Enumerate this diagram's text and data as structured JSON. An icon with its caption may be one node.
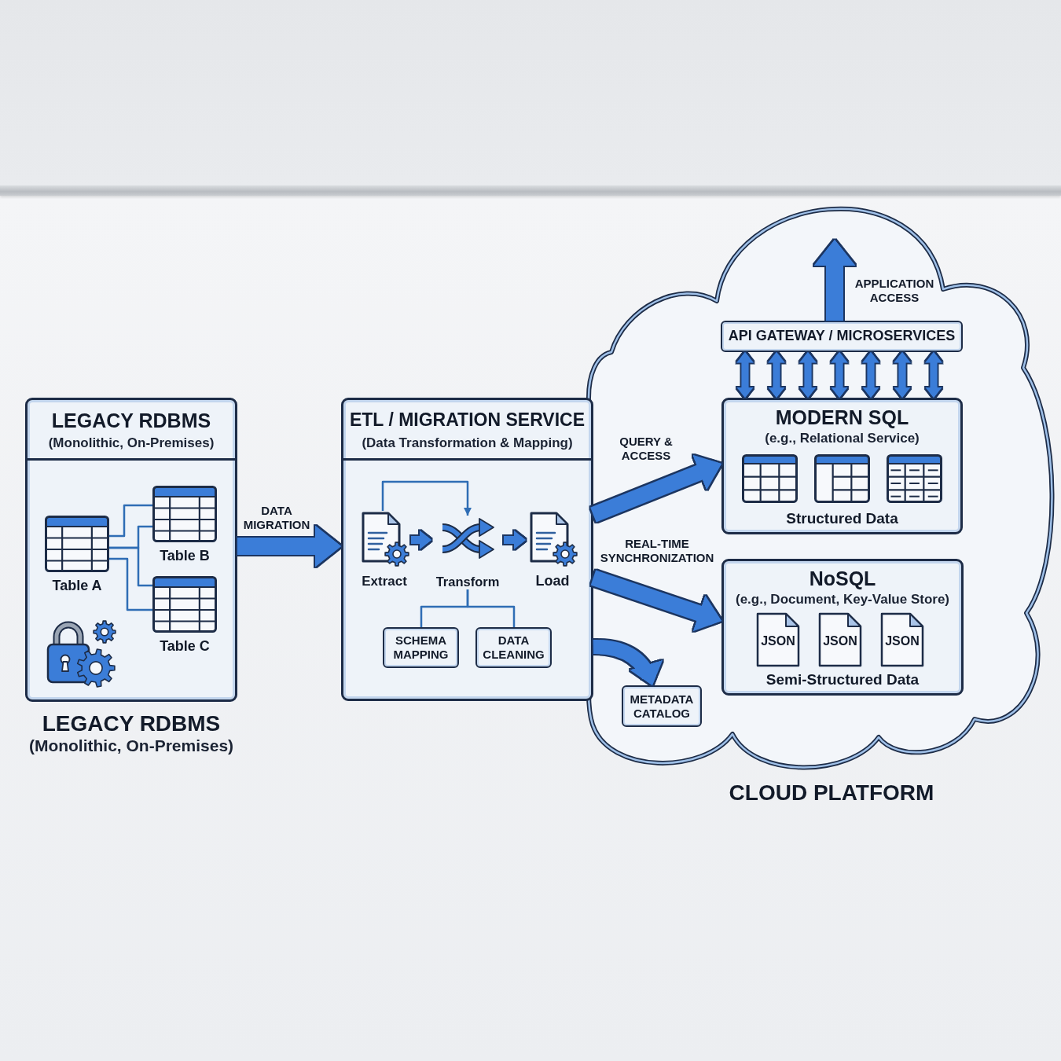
{
  "diagram": {
    "nodes": [
      {
        "text": [
          "LEGACY RDBMS",
          "(Monolithic, On-Premises)"
        ],
        "beside": [
          "LEGACY RDBMS",
          "(Monolithic, On-Premises)"
        ]
      },
      {
        "text": [
          "Table A"
        ],
        "in": 0
      },
      {
        "text": [
          "Table B"
        ],
        "in": 0
      },
      {
        "text": [
          "Table C"
        ],
        "in": 0
      },
      {
        "text": [
          "ETL / MIGRATION SERVICE",
          "(Data Transformation & Mapping)"
        ]
      },
      {
        "text": [
          "Extract"
        ],
        "in": 4
      },
      {
        "text": [
          "Transform"
        ],
        "in": 4
      },
      {
        "text": [
          "Load"
        ],
        "in": 4
      },
      {
        "text": [
          "SCHEMA MAPPING"
        ],
        "in": 4
      },
      {
        "text": [
          "DATA CLEANING"
        ],
        "in": 4
      },
      {
        "text": [
          "CLOUD PLATFORM"
        ]
      },
      {
        "text": [
          "API GATEWAY / MICROSERVICES"
        ],
        "in": 10
      },
      {
        "text": [
          "MODERN SQL",
          "(e.g., Relational Service)",
          "Structured Data"
        ],
        "in": 10
      },
      {
        "text": [
          "NoSQL",
          "(e.g., Document, Key-Value Store)",
          "Semi-Structured Data"
        ],
        "in": 10
      },
      {
        "text": [
          "JSON"
        ],
        "in": 13
      },
      {
        "text": [
          "JSON"
        ],
        "in": 13
      },
      {
        "text": [
          "JSON"
        ],
        "in": 13
      },
      {
        "text": [
          "METADATA CATALOG"
        ],
        "in": 10
      }
    ],
    "edges": [
      {
        "from": 1,
        "to": 2,
        "arrow": "none"
      },
      {
        "from": 1,
        "to": 2,
        "arrow": "none"
      },
      {
        "from": 1,
        "to": 3,
        "arrow": "none"
      },
      {
        "from": 1,
        "to": 3,
        "arrow": "none"
      },
      {
        "from": 0,
        "to": 4,
        "arrow": "to",
        "label": "DATA MIGRATION",
        "style": "thick"
      },
      {
        "from": 5,
        "to": 6,
        "arrow": "to"
      },
      {
        "from": 6,
        "to": 7,
        "arrow": "to"
      },
      {
        "from": 5,
        "to": 6,
        "arrow": "to"
      },
      {
        "from": 6,
        "to": 8,
        "arrow": "none"
      },
      {
        "from": 6,
        "to": 9,
        "arrow": "none"
      },
      {
        "from": 4,
        "to": 12,
        "arrow": "to",
        "label": "QUERY & ACCESS",
        "style": "thick"
      },
      {
        "from": 4,
        "to": 13,
        "arrow": "to",
        "label": "REAL-TIME SYNCHRONIZATION",
        "style": "thick"
      },
      {
        "from": 4,
        "to": 17,
        "arrow": "to",
        "style": "thick"
      },
      {
        "from": 11,
        "to": 12,
        "arrow": "both"
      },
      {
        "from": 11,
        "to": 12,
        "arrow": "both"
      },
      {
        "from": 11,
        "to": 12,
        "arrow": "both"
      },
      {
        "from": 11,
        "to": 12,
        "arrow": "both"
      },
      {
        "from": 11,
        "to": 12,
        "arrow": "both"
      },
      {
        "from": 11,
        "to": 12,
        "arrow": "both"
      },
      {
        "from": 11,
        "to": 12,
        "arrow": "both"
      },
      {
        "from": 11,
        "to": null,
        "arrow": "to",
        "label": "APPLICATION ACCESS",
        "style": "thick"
      }
    ]
  }
}
